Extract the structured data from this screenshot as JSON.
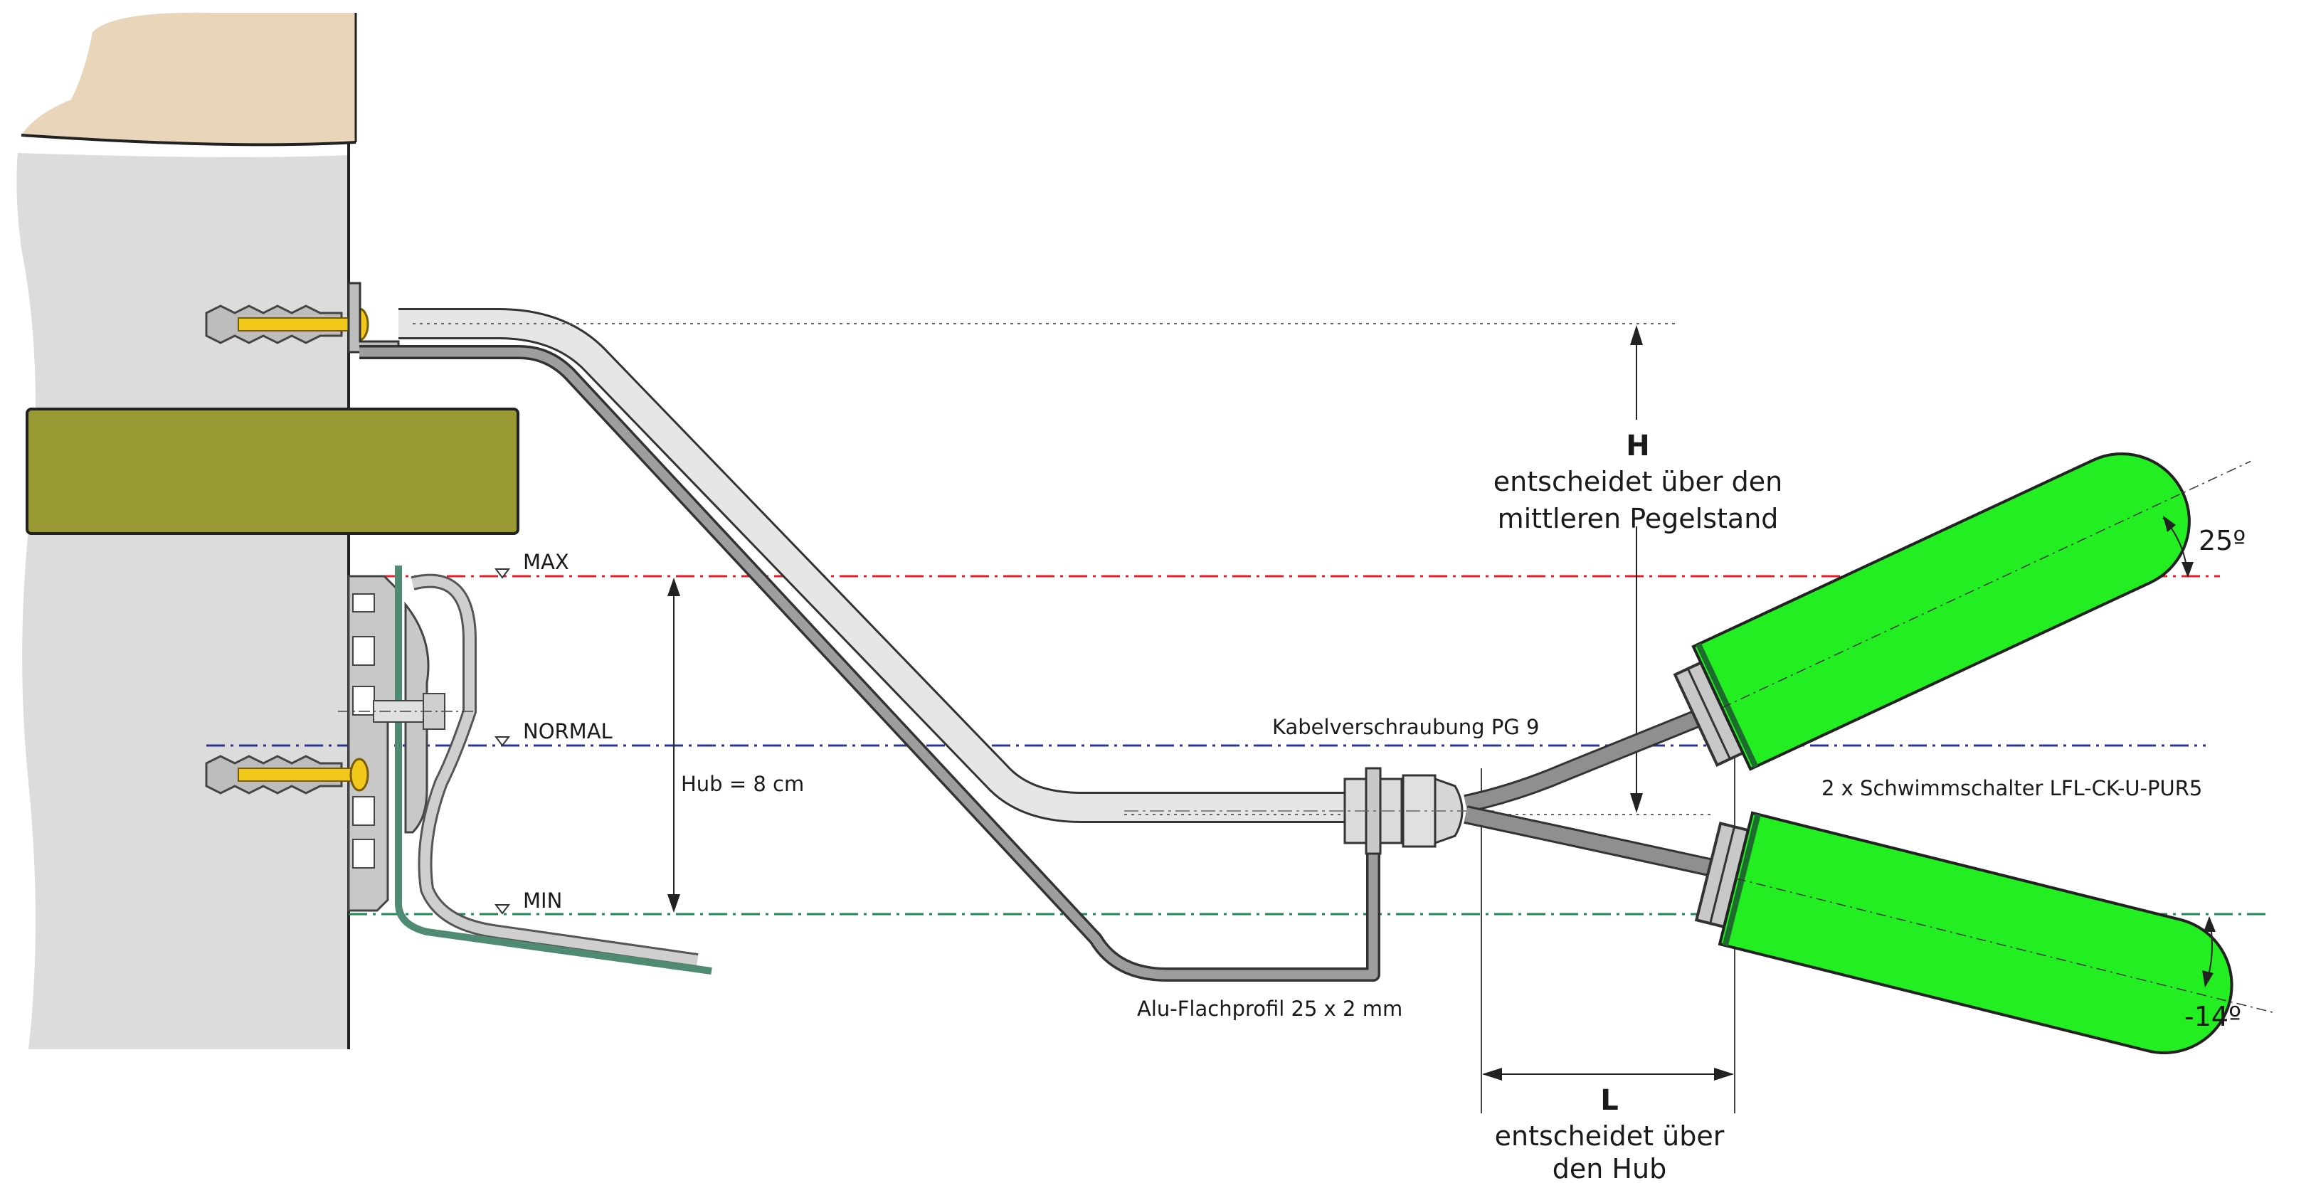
{
  "levels": {
    "max": "MAX",
    "normal": "NORMAL",
    "min": "MIN"
  },
  "hub_label": "Hub = 8 cm",
  "cable_gland_label": "Kabelverschraubung PG 9",
  "profile_label": "Alu-Flachprofil 25 x 2 mm",
  "float_switch_label": "2 x Schwimmschalter LFL-CK-U-PUR5",
  "dimension_h": {
    "letter": "H",
    "line1": "entscheidet über den",
    "line2": "mittleren Pegelstand"
  },
  "dimension_l": {
    "letter": "L",
    "line1": "entscheidet über",
    "line2": "den Hub"
  },
  "angles": {
    "upper": "25º",
    "lower": "-14º"
  },
  "colors": {
    "max_line": "#e8202a",
    "normal_line": "#2c3590",
    "min_line": "#1e8a55",
    "float_green": "#22ee22",
    "beam": "#999933",
    "wall": "#dcdcdc",
    "ground": "#e9d6ba",
    "profile_green": "#4f8a72",
    "screw_yellow": "#f2c81a"
  }
}
